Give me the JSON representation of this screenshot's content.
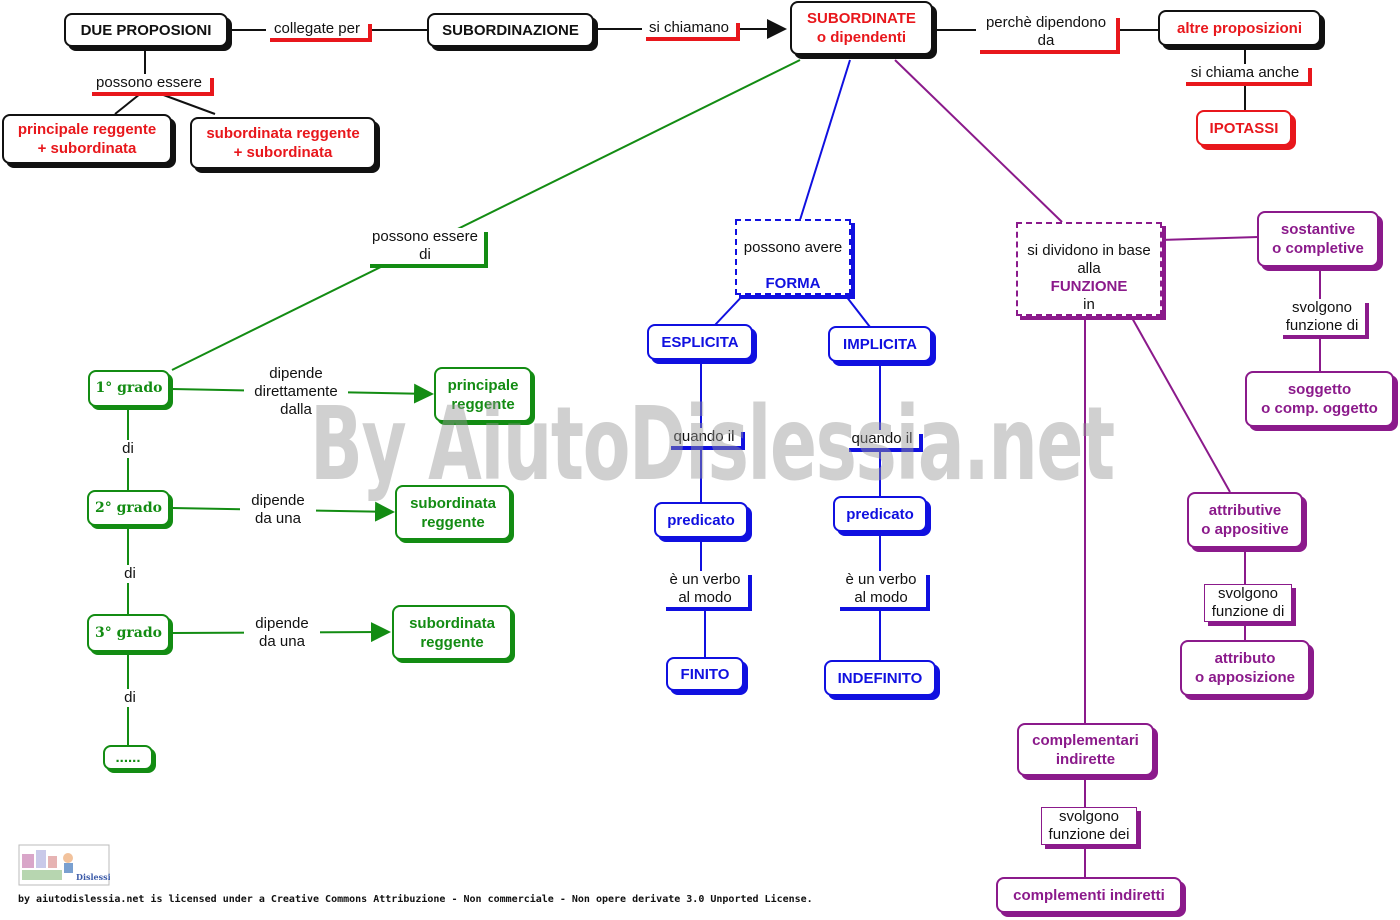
{
  "top": {
    "due_proposizioni": "DUE PROPOSIONI",
    "collegate_per": "collegate per",
    "subordinazione": "SUBORDINAZIONE",
    "si_chiamano": "si chiamano",
    "subordinate": "SUBORDINATE\no dipendenti",
    "perche_dipendono": "perchè dipendono\nda",
    "altre_proposizioni": "altre proposizioni",
    "si_chiama_anche": "si chiama anche",
    "ipotassi": "IPOTASSI",
    "possono_essere": "possono essere",
    "principale_reggente": "principale reggente\n+ subordinata",
    "subordinata_reggente": "subordinata reggente\n+ subordinata"
  },
  "grado": {
    "possono_essere_di": "possono essere\ndi",
    "grado1": "1° grado",
    "grado2": "2° grado",
    "grado3": "3° grado",
    "grado_more": "......",
    "di1": "di",
    "di2": "di",
    "di3": "di",
    "dipende1": "dipende\ndirettamente\ndalla",
    "dipende2": "dipende\nda una",
    "dipende3": "dipende\nda una",
    "principale_reggente": "principale\nreggente",
    "subordinata_reggente_2": "subordinata\nreggente",
    "subordinata_reggente_3": "subordinata\nreggente"
  },
  "forma": {
    "possono_avere": "possono avere",
    "forma": "FORMA",
    "esplicita": "ESPLICITA",
    "implicita": "IMPLICITA",
    "quando_il_1": "quando il",
    "quando_il_2": "quando il",
    "predicato_1": "predicato",
    "predicato_2": "predicato",
    "verbo_modo_1": "è un verbo\nal modo",
    "verbo_modo_2": "è un verbo\nal modo",
    "finito": "FINITO",
    "indefinito": "INDEFINITO"
  },
  "funzione": {
    "si_dividono_in_base_alla": "si dividono in base\nalla",
    "funzione": "FUNZIONE",
    "in": "in",
    "sostantive": "sostantive\no completive",
    "svolgono_funzione_di_1": "svolgono\nfunzione di",
    "soggetto": "soggetto\no comp. oggetto",
    "attributive": "attributive\no appositive",
    "svolgono_funzione_di_2": "svolgono\nfunzione di",
    "attributo": "attributo\no apposizione",
    "complementari": "complementari\nindirette",
    "svolgono_funzione_dei": "svolgono\nfunzione dei",
    "complementi": "complementi indiretti"
  },
  "watermark": "By AiutoDislessia.net",
  "footer": "by aiutodislessia.net is licensed under a Creative Commons Attribuzione - Non commerciale - Non opere derivate 3.0 Unported License.",
  "logo_text": "Dislessia.net",
  "colors": {
    "red": "#e8171c",
    "green": "#138c13",
    "blue": "#1010e0",
    "purple": "#8b1a8b",
    "black": "#111111"
  }
}
